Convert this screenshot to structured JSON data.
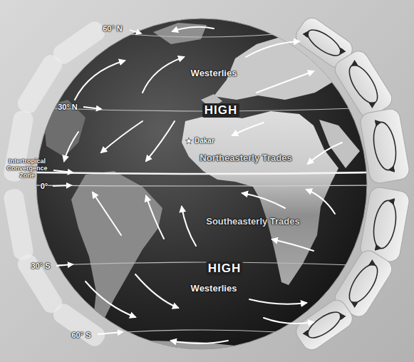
{
  "diagram": {
    "labels": [
      "60° N",
      "Westerlies",
      "30° N",
      "HIGH",
      "Dakar",
      "Northeasterly Trades",
      "Intertropical Convergence Zone",
      "0°",
      "Southeasterly Trades",
      "30° S",
      "HIGH",
      "Westerlies",
      "60° S"
    ]
  }
}
